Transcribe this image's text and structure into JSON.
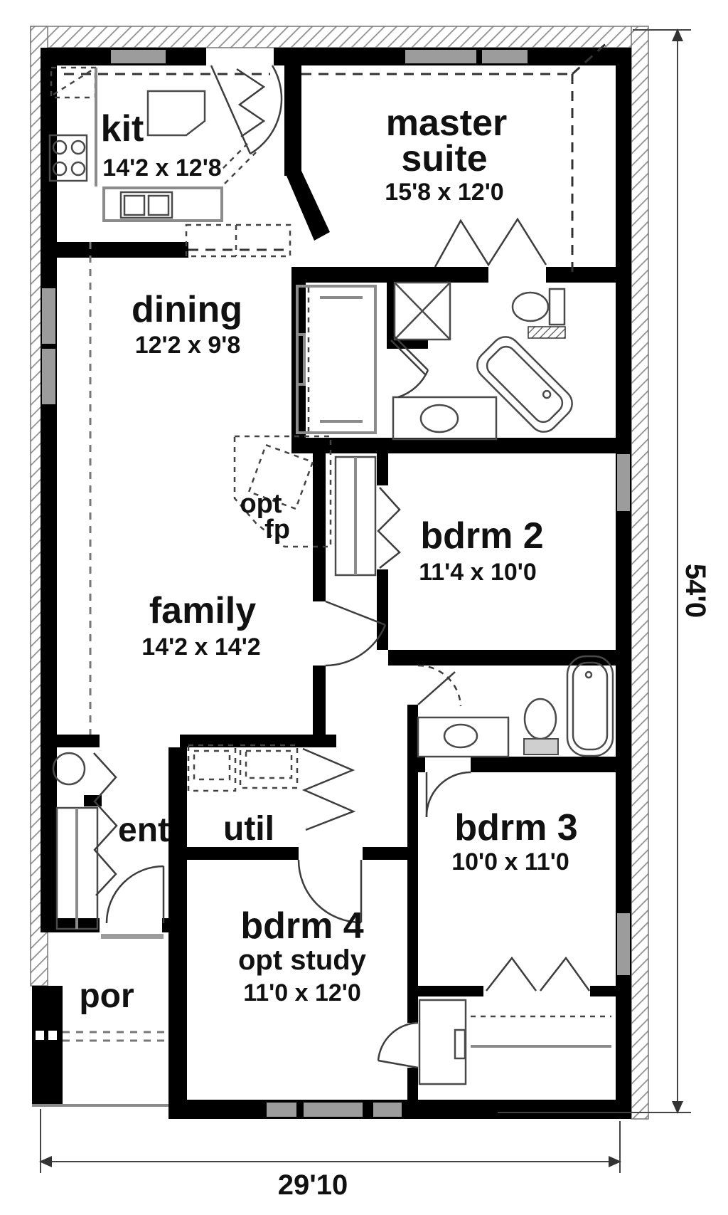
{
  "plan": {
    "rooms": {
      "kitchen": {
        "label": "kit",
        "dims": "14'2 x 12'8"
      },
      "master_suite": {
        "label_line1": "master",
        "label_line2": "suite",
        "dims": "15'8 x 12'0"
      },
      "dining": {
        "label": "dining",
        "dims": "12'2 x 9'8"
      },
      "bedroom2": {
        "label": "bdrm 2",
        "dims": "11'4 x 10'0"
      },
      "family": {
        "label": "family",
        "dims": "14'2 x 14'2"
      },
      "optional_fireplace": {
        "label_line1": "opt",
        "label_line2": "fp"
      },
      "entry": {
        "label": "ent"
      },
      "utility": {
        "label": "util"
      },
      "bedroom3": {
        "label": "bdrm 3",
        "dims": "10'0 x 11'0"
      },
      "bedroom4": {
        "label": "bdrm 4",
        "sublabel": "opt study",
        "dims": "11'0 x 12'0"
      },
      "porch": {
        "label": "por"
      }
    },
    "dimensions": {
      "overall_width": "29'10",
      "overall_depth": "54'0"
    },
    "colors": {
      "walls": "#000000",
      "background": "#ffffff",
      "hatch": "#8f8f8f",
      "window": "#9c9c9c",
      "fixture_line": "#4a4a4a",
      "text": "#111111"
    }
  }
}
